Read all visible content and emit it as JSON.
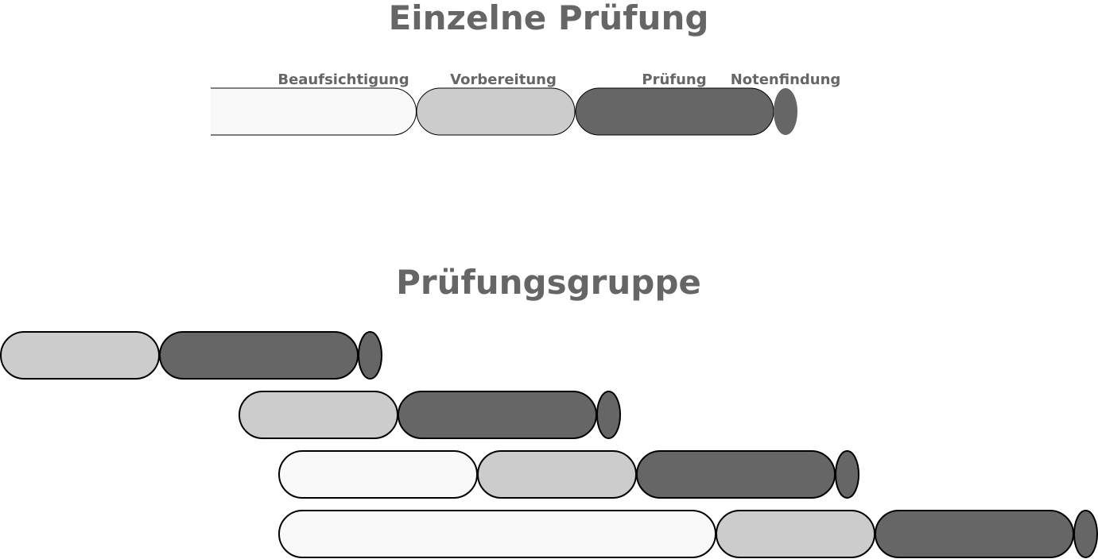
{
  "titles": {
    "single": "Einzelne Prüfung",
    "group": "Prüfungsgruppe"
  },
  "phases": {
    "supervision": "Beaufsichtigung",
    "preparation": "Vorbereitung",
    "exam": "Prüfung",
    "grading": "Notenfindung"
  },
  "colors": {
    "supervision": "#f9f9f9",
    "preparation": "#cccccc",
    "exam": "#666666",
    "grading": "#666666",
    "text": "#666666"
  }
}
